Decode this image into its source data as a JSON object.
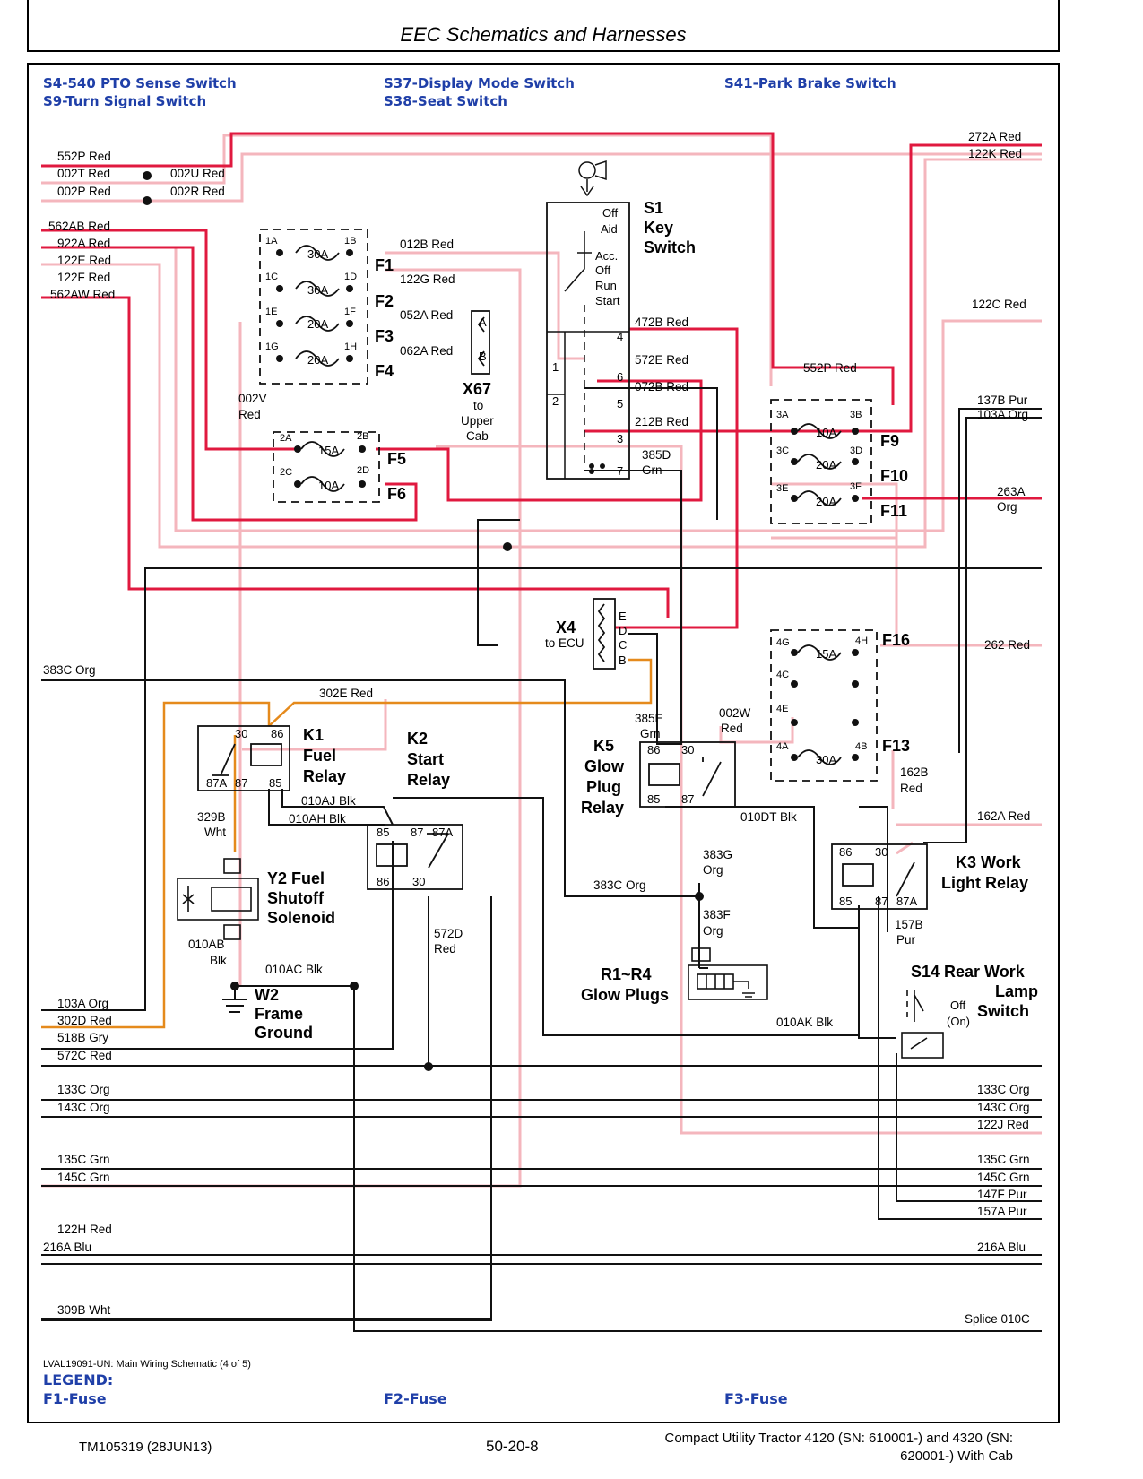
{
  "page": {
    "title": "EEC Schematics and Harnesses",
    "figure_caption": "LVAL19091-UN: Main Wiring Schematic (4 of 5)",
    "legend_label": "LEGEND:",
    "footer_left": "TM105319 (28JUN13)",
    "footer_center": "50-20-8",
    "footer_right_1": "Compact Utility Tractor 4120 (SN: 610001-) and 4320 (SN:",
    "footer_right_2": "620001-) With Cab"
  },
  "headers": {
    "h1": "S4-540 PTO Sense Switch",
    "h2": "S9-Turn Signal Switch",
    "h3": "S37-Display Mode Switch",
    "h4": "S38-Seat Switch",
    "h5": "S41-Park Brake Switch"
  },
  "legend": {
    "l1": "F1-Fuse",
    "l2": "F2-Fuse",
    "l3": "F3-Fuse"
  },
  "colors": {
    "red_wire": "#e0193f",
    "pink_wire": "#f4b6bd",
    "orange_wire": "#e58a1c",
    "black_wire": "#111111",
    "header_blue": "#1f3fa8"
  },
  "components": {
    "s1_a": "S1",
    "s1_b": "Key",
    "s1_c": "Switch",
    "s1_pos_off": "Off",
    "s1_pos_aid": "Aid",
    "s1_pos_acc": "Acc.",
    "s1_pos_off2": "Off",
    "s1_pos_run": "Run",
    "s1_pos_start": "Start",
    "x67_a": "X67",
    "x67_b": "to",
    "x67_c": "Upper",
    "x67_d": "Cab",
    "x4_a": "X4",
    "x4_b": "to ECU",
    "k1_a": "K1",
    "k1_b": "Fuel",
    "k1_c": "Relay",
    "k2_a": "K2",
    "k2_b": "Start",
    "k2_c": "Relay",
    "k5_a": "K5",
    "k5_b": "Glow",
    "k5_c": "Plug",
    "k5_d": "Relay",
    "k3_a": "K3 Work",
    "k3_b": "Light Relay",
    "y2_a": "Y2 Fuel",
    "y2_b": "Shutoff",
    "y2_c": "Solenoid",
    "w2_a": "W2",
    "w2_b": "Frame",
    "w2_c": "Ground",
    "r1_a": "R1~R4",
    "r1_b": "Glow Plugs",
    "s14_a": "S14 Rear Work",
    "s14_b": "Lamp",
    "s14_c": "Switch",
    "s14_off": "Off",
    "s14_on": "(On)",
    "splice": "Splice 010C"
  },
  "fuses": {
    "f1": "F1",
    "f2": "F2",
    "f3": "F3",
    "f4": "F4",
    "f5": "F5",
    "f6": "F6",
    "f9": "F9",
    "f10": "F10",
    "f11": "F11",
    "f13": "F13",
    "f16": "F16",
    "a30": "30A",
    "a30b": "30A",
    "a20": "20A",
    "a20b": "20A",
    "a15": "15A",
    "a10": "10A",
    "a10b": "10A",
    "a20c": "20A",
    "a20d": "20A",
    "a15b": "15A",
    "a30c": "30A"
  },
  "fuse_terms": {
    "t1A": "1A",
    "t1B": "1B",
    "t1C": "1C",
    "t1D": "1D",
    "t1E": "1E",
    "t1F": "1F",
    "t1G": "1G",
    "t1H": "1H",
    "t2A": "2A",
    "t2B": "2B",
    "t2C": "2C",
    "t2D": "2D",
    "t3A": "3A",
    "t3B": "3B",
    "t3C": "3C",
    "t3D": "3D",
    "t3E": "3E",
    "t3F": "3F",
    "t4G": "4G",
    "t4H": "4H",
    "t4C": "4C",
    "t4E": "4E",
    "t4A": "4A",
    "t4B": "4B"
  },
  "pins": {
    "s1_4": "4",
    "s1_1": "1",
    "s1_6": "6",
    "s1_2": "2",
    "s1_5": "5",
    "s1_3": "3",
    "s1_7": "7",
    "x4_E": "E",
    "x4_D": "D",
    "x4_C": "C",
    "x4_B": "B",
    "x67_A": "A",
    "x67_B": "B",
    "k1_30": "30",
    "k1_86": "86",
    "k1_87A": "87A",
    "k1_87": "87",
    "k1_85": "85",
    "k2_85": "85",
    "k2_87": "87",
    "k2_87A": "87A",
    "k2_86": "86",
    "k2_30": "30",
    "k5_86": "86",
    "k5_30": "30",
    "k5_85": "85",
    "k5_87": "87",
    "k3_86": "86",
    "k3_30": "30",
    "k3_85": "85",
    "k3_87": "87",
    "k3_87A": "87A"
  },
  "wires": {
    "w552P": "552P Red",
    "w002T": "002T Red",
    "w002U": "002U Red",
    "w002P": "002P Red",
    "w002R": "002R Red",
    "w562AB": "562AB Red",
    "w922A": "922A Red",
    "w122E": "122E Red",
    "w122F": "122F Red",
    "w562AW": "562AW Red",
    "w012B": "012B Red",
    "w122G": "122G Red",
    "w052A": "052A Red",
    "w062A": "062A Red",
    "w002Va": "002V",
    "w002Vb": "Red",
    "w272A": "272A Red",
    "w122K": "122K Red",
    "w122C": "122C Red",
    "w552P2": "552P Red",
    "w137B": "137B Pur",
    "w103A": "103A Org",
    "w263Aa": "263A",
    "w263Ab": "Org",
    "w472B": "472B Red",
    "w572E": "572E Red",
    "w072B": "072B Red",
    "w212B": "212B Red",
    "w385Da": "385D",
    "w385Db": "Grn",
    "w383C": "383C Org",
    "w302E": "302E Red",
    "w385Ea": "385E",
    "w385Eb": "Grn",
    "w002Wa": "002W",
    "w002Wb": "Red",
    "w262": "262 Red",
    "w162Ba": "162B",
    "w162Bb": "Red",
    "w010AJ": "010AJ Blk",
    "w010AH": "010AH Blk",
    "w010DT": "010DT Blk",
    "w162A": "162A Red",
    "w329Ba": "329B",
    "w329Bb": "Wht",
    "w383G": "383G",
    "w383Gb": "Org",
    "w383C2": "383C Org",
    "w383F": "383F",
    "w383Fb": "Org",
    "w157Ba": "157B",
    "w157Bb": "Pur",
    "w572Da": "572D",
    "w572Db": "Red",
    "w010ABa": "010AB",
    "w010ABb": "Blk",
    "w010AC": "010AC Blk",
    "w010AK": "010AK Blk",
    "w103A2": "103A Org",
    "w302D": "302D Red",
    "w518B": "518B Gry",
    "w572C": "572C Red",
    "w133C": "133C Org",
    "w143C": "143C Org",
    "w133C2": "133C Org",
    "w143C2": "143C Org",
    "w122J": "122J Red",
    "w135C": "135C Grn",
    "w145C": "145C Grn",
    "w135C2": "135C Grn",
    "w145C2": "145C Grn",
    "w147F": "147F Pur",
    "w157A": "157A Pur",
    "w122H": "122H Red",
    "w216A": "216A Blu",
    "w216A2": "216A Blu",
    "w309B": "309B Wht"
  }
}
